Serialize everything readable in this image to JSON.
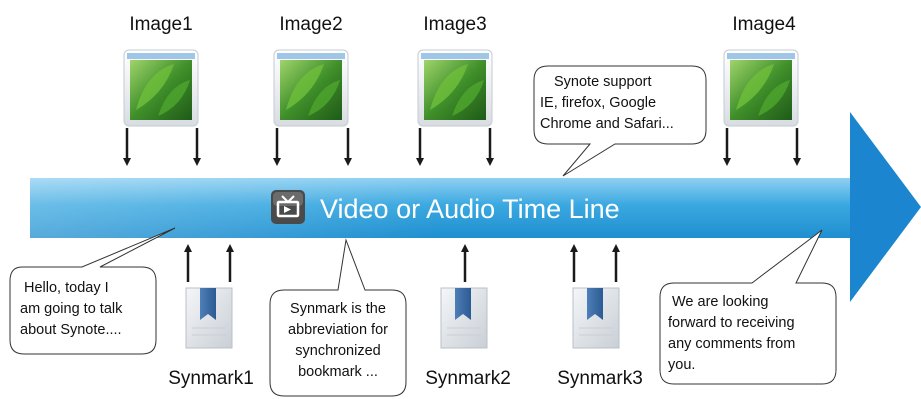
{
  "timeline": {
    "label": "Video or Audio Time Line",
    "bar_color": "#3aa8e0",
    "arrow_color": "#1e88d0",
    "icon": "tv-icon"
  },
  "images": [
    {
      "label": "Image1"
    },
    {
      "label": "Image2"
    },
    {
      "label": "Image3"
    },
    {
      "label": "Image4"
    }
  ],
  "synmarks": [
    {
      "label": "Synmark1"
    },
    {
      "label": "Synmark2"
    },
    {
      "label": "Synmark3"
    }
  ],
  "callouts": {
    "hello": [
      "Hello, today I",
      "am going to talk",
      "about Synote...."
    ],
    "abbreviation": [
      "Synmark is the",
      "abbreviation for",
      "synchronized",
      "bookmark ..."
    ],
    "support": [
      "Synote support",
      "IE, firefox, Google",
      "Chrome and Safari..."
    ],
    "feedback": [
      "We are looking",
      "forward to receiving",
      "any comments from",
      "you."
    ]
  }
}
